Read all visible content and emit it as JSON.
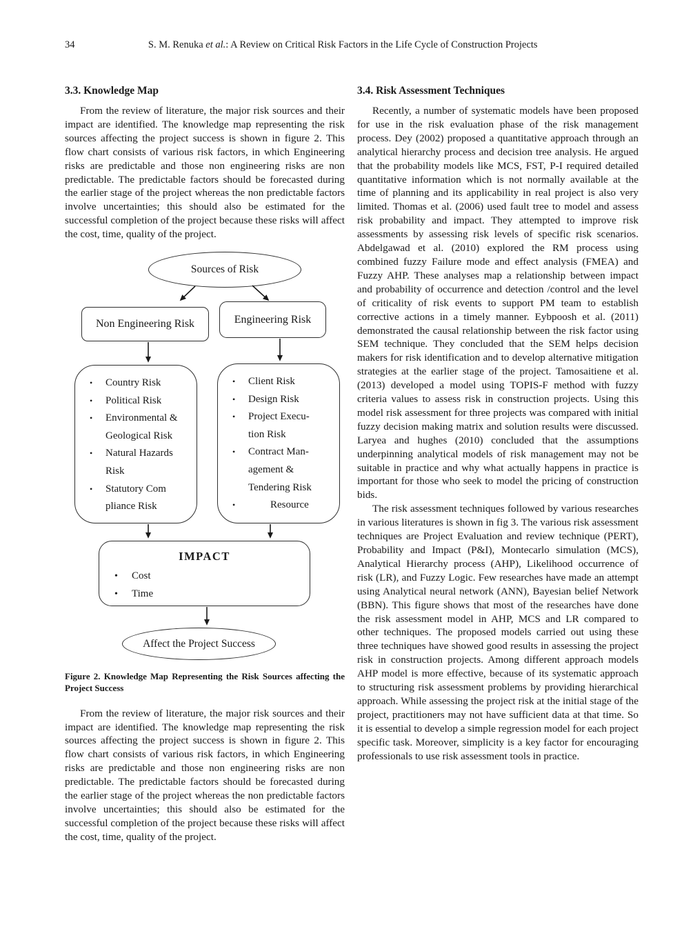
{
  "header": {
    "page_number": "34",
    "title_prefix": "S. M. Renuka ",
    "title_italic": "et al.",
    "title_suffix": ":   A Review on Critical Risk Factors in the Life Cycle of Construction Projects"
  },
  "left_column": {
    "heading": "3.3. Knowledge Map",
    "paragraph_1": "From the review of literature, the major risk sources and their impact are identified. The knowledge map representing the risk sources affecting the project success is shown in figure 2. This flow chart consists of various risk factors, in which Engineering risks are predictable and those non engineering risks are non predictable. The predictable factors should be forecasted during the earlier stage of the project whereas the non predictable factors involve uncertainties; this should also be estimated for the successful completion of the project because these risks will affect the cost, time, quality of the project.",
    "caption_label": "Figure 2.",
    "caption_text": "Knowledge Map Representing the Risk Sources affecting the Project Success",
    "paragraph_2": "From the review of literature, the major risk sources and their impact are identified. The knowledge map representing the risk sources affecting the project success is shown in figure 2. This flow chart consists of various risk factors, in which Engineering risks are predictable and those non engineering risks are non predictable. The predictable factors should be forecasted during the earlier stage of the project whereas the non predictable factors involve uncertainties; this should also be estimated for the successful completion of the project because these risks will affect the cost, time, quality of the project."
  },
  "right_column": {
    "heading": "3.4. Risk Assessment Techniques",
    "paragraph_1": "Recently, a number of systematic models have been proposed for use in the risk evaluation phase of the risk management process. Dey (2002) proposed a quantitative approach through an analytical hierarchy process and decision tree analysis. He argued that the probability models like MCS, FST, P-I required detailed quantitative information which is not normally available at the time of planning and its applicability in real project is also very limited. Thomas et al. (2006) used fault tree to model and assess risk probability and impact. They attempted to improve risk assessments by assessing risk levels of specific risk scenarios. Abdelgawad et al. (2010) explored the RM process using combined fuzzy Failure mode and effect analysis (FMEA) and Fuzzy AHP. These analyses map a relationship between impact and probability of occurrence and detection /control and the level of criticality of risk events to support PM team to establish corrective actions in a timely manner. Eybpoosh et al. (2011) demonstrated the causal relationship between the risk factor using SEM technique. They concluded that the SEM helps decision makers for risk identification and to develop alternative mitigation strategies at the earlier stage of the project. Tamosaitiene et al. (2013) developed a model using TOPIS-F method with fuzzy criteria values to assess risk in construction projects. Using this model risk assessment for three projects was compared with initial fuzzy decision making matrix and solution results were discussed. Laryea and hughes (2010) concluded that the assumptions underpinning analytical models of risk management may not be suitable in practice and why what actually happens in practice is important for those who seek to model the pricing of construction bids.",
    "paragraph_2": "The risk assessment techniques followed by various researches in various literatures is shown in fig 3. The various risk assessment techniques are Project Evaluation and review technique (PERT), Probability and Impact (P&I), Montecarlo simulation (MCS), Analytical Hierarchy process (AHP), Likelihood occurrence of risk (LR), and Fuzzy Logic. Few researches have made an attempt using Analytical neural network (ANN), Bayesian belief Network (BBN). This figure shows that most of the researches have done the risk assessment model in AHP, MCS and LR compared to other techniques. The proposed models carried out using these three techniques have showed good results in assessing the project risk in construction projects. Among different approach models AHP model is more effective, because of its systematic approach to structuring risk assessment problems by providing hierarchical approach. While assessing the project risk at the initial stage of the project, practitioners may not have sufficient data at that time. So it is essential to develop a simple regression model for each project specific task. Moreover, simplicity is a key factor for encouraging professionals to use risk assessment tools in practice."
  },
  "figure": {
    "sources_label": "Sources of Risk",
    "non_engineering_label": "Non Engineering Risk",
    "engineering_label": "Engineering Risk",
    "non_engineering_items": [
      "Country Risk",
      "Political Risk",
      "Environmental &\nGeological Risk",
      "Natural Hazards\nRisk",
      "Statutory Com\npliance Risk"
    ],
    "engineering_items": [
      "Client Risk",
      "Design Risk",
      "Project Execu-\ntion Risk",
      "Contract Man-\nagement &\nTendering Risk",
      "Resource"
    ],
    "impact_title": "IMPACT",
    "impact_items": [
      "Cost",
      "Time"
    ],
    "affect_label": "Affect the Project Success",
    "line_color": "#1a1a1a"
  }
}
